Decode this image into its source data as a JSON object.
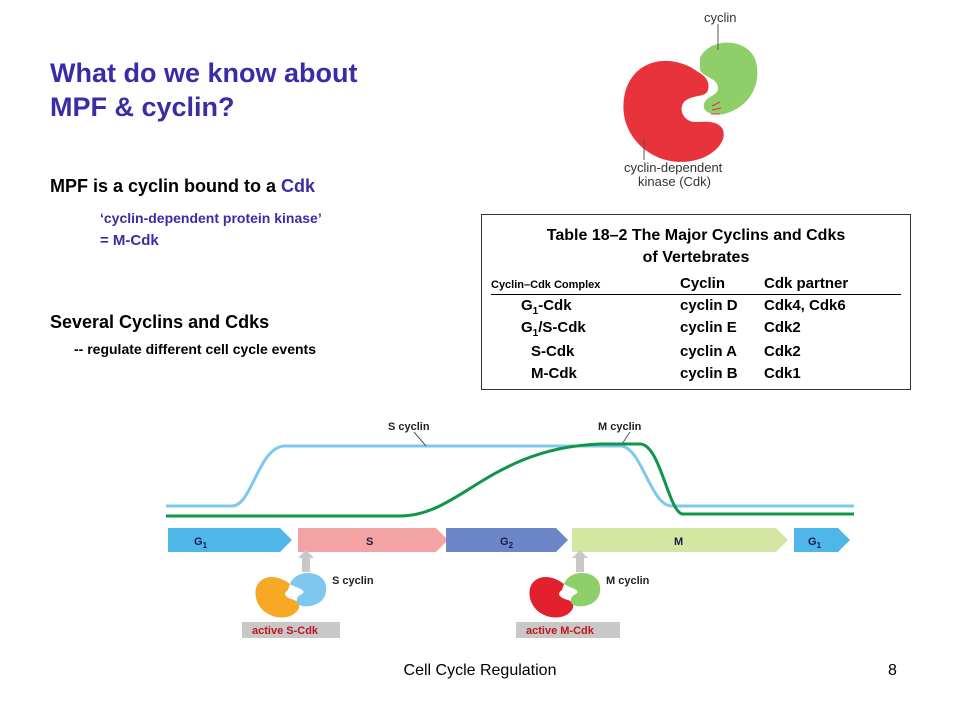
{
  "title_line1": "What do we know about",
  "title_line2": "MPF & cyclin?",
  "mpf_prefix": "MPF is a cyclin bound to a ",
  "mpf_cdk": "Cdk",
  "mpf_sub1": "‘cyclin-dependent protein kinase’",
  "mpf_sub2": "= M-Cdk",
  "several": "Several Cyclins and Cdks",
  "regulate": "-- regulate different cell cycle events",
  "complex_diagram": {
    "cyclin_label": "cyclin",
    "cdk_label_line1": "cyclin-dependent",
    "cdk_label_line2": "kinase (Cdk)",
    "cyclin_color": "#8fcf6a",
    "cdk_color": "#e8323c"
  },
  "table": {
    "title_line1": "Table 18–2 The Major Cyclins and Cdks",
    "title_line2": "of Vertebrates",
    "headers": [
      "Cyclin–Cdk Complex",
      "Cyclin",
      "Cdk partner"
    ],
    "rows": [
      {
        "complex_main": "G",
        "complex_sub": "1",
        "complex_rest": "-Cdk",
        "cyclin": "cyclin D",
        "cdk": "Cdk4, Cdk6"
      },
      {
        "complex_main": "G",
        "complex_sub": "1",
        "complex_rest": "/S-Cdk",
        "cyclin": "cyclin E",
        "cdk": "Cdk2"
      },
      {
        "complex_main": "S-Cdk",
        "complex_sub": "",
        "complex_rest": "",
        "cyclin": "cyclin A",
        "cdk": "Cdk2"
      },
      {
        "complex_main": "M-Cdk",
        "complex_sub": "",
        "complex_rest": "",
        "cyclin": "cyclin B",
        "cdk": "Cdk1"
      }
    ]
  },
  "cycle_diagram": {
    "s_cyclin_label": "S cyclin",
    "m_cyclin_label": "M cyclin",
    "phases": [
      {
        "main": "G",
        "sub": "1",
        "color": "#4fb6ea"
      },
      {
        "main": "S",
        "sub": "",
        "color": "#f4a3a4"
      },
      {
        "main": "G",
        "sub": "2",
        "color": "#6d86c8"
      },
      {
        "main": "M",
        "sub": "",
        "color": "#d4e6a2"
      },
      {
        "main": "G",
        "sub": "1",
        "color": "#4fb6ea"
      }
    ],
    "s_complex_label": "S cyclin",
    "m_complex_label": "M cyclin",
    "active_s": "active S-Cdk",
    "active_m": "active M-Cdk",
    "s_cyclin_color": "#7ec8ee",
    "m_cyclin_color": "#11954a",
    "s_cdk_color": "#f7a824",
    "m_cdk_color": "#e2202e"
  },
  "footer": {
    "label": "Cell Cycle Regulation",
    "page": "8"
  }
}
